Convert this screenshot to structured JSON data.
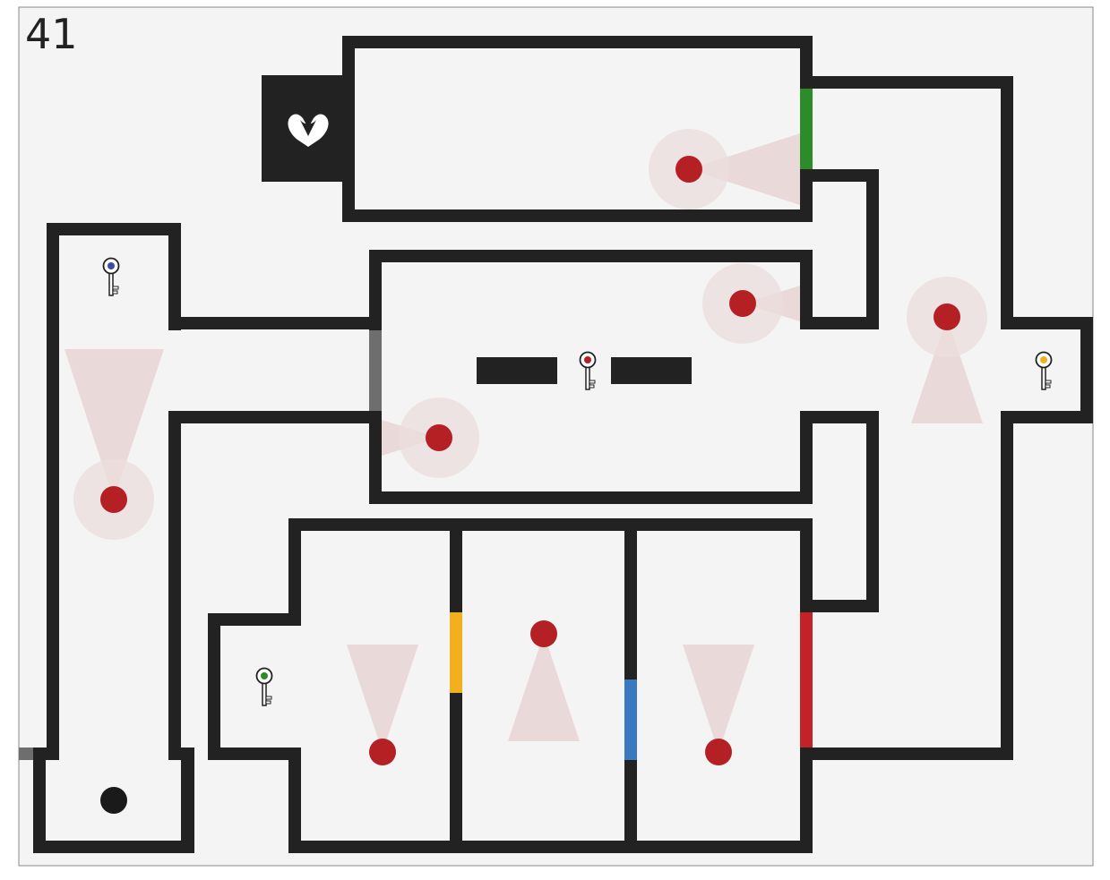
{
  "level": {
    "number": "41"
  },
  "colors": {
    "background": "#f4f4f4",
    "frame": "#888888",
    "wall": "#222222",
    "guard": "#b52025",
    "vision_cone": "#e8d4d4",
    "player": "#1a1a1a",
    "door_green": "#2e8b2a",
    "door_yellow": "#f2b01e",
    "door_blue": "#3a78c2",
    "door_red": "#c42128",
    "door_grey": "#6e6e6e",
    "key_blue": "#3b4ba8",
    "key_red": "#b52025",
    "key_yellow": "#f2b01e",
    "key_green": "#2e8b2a"
  },
  "exit": {
    "icon": "heart-exit-icon"
  },
  "guards": [
    {
      "name": "guard-top-room",
      "facing": "right"
    },
    {
      "name": "guard-center-upper-right",
      "facing": "right"
    },
    {
      "name": "guard-center-lower-left",
      "facing": "left"
    },
    {
      "name": "guard-left-corridor",
      "facing": "up"
    },
    {
      "name": "guard-right-corridor",
      "facing": "down"
    },
    {
      "name": "guard-bottom-left-room",
      "facing": "up"
    },
    {
      "name": "guard-bottom-middle-room",
      "facing": "down"
    },
    {
      "name": "guard-bottom-right-room",
      "facing": "up"
    }
  ],
  "keys": [
    {
      "name": "blue-key",
      "color": "blue"
    },
    {
      "name": "red-key",
      "color": "red"
    },
    {
      "name": "yellow-key",
      "color": "yellow"
    },
    {
      "name": "green-key",
      "color": "green"
    }
  ],
  "doors": [
    {
      "name": "green-door",
      "color": "green"
    },
    {
      "name": "yellow-door",
      "color": "yellow"
    },
    {
      "name": "blue-door",
      "color": "blue"
    },
    {
      "name": "red-door",
      "color": "red"
    },
    {
      "name": "grey-door-center",
      "color": "grey"
    },
    {
      "name": "grey-door-edge",
      "color": "grey"
    }
  ],
  "player": {
    "name": "player"
  }
}
